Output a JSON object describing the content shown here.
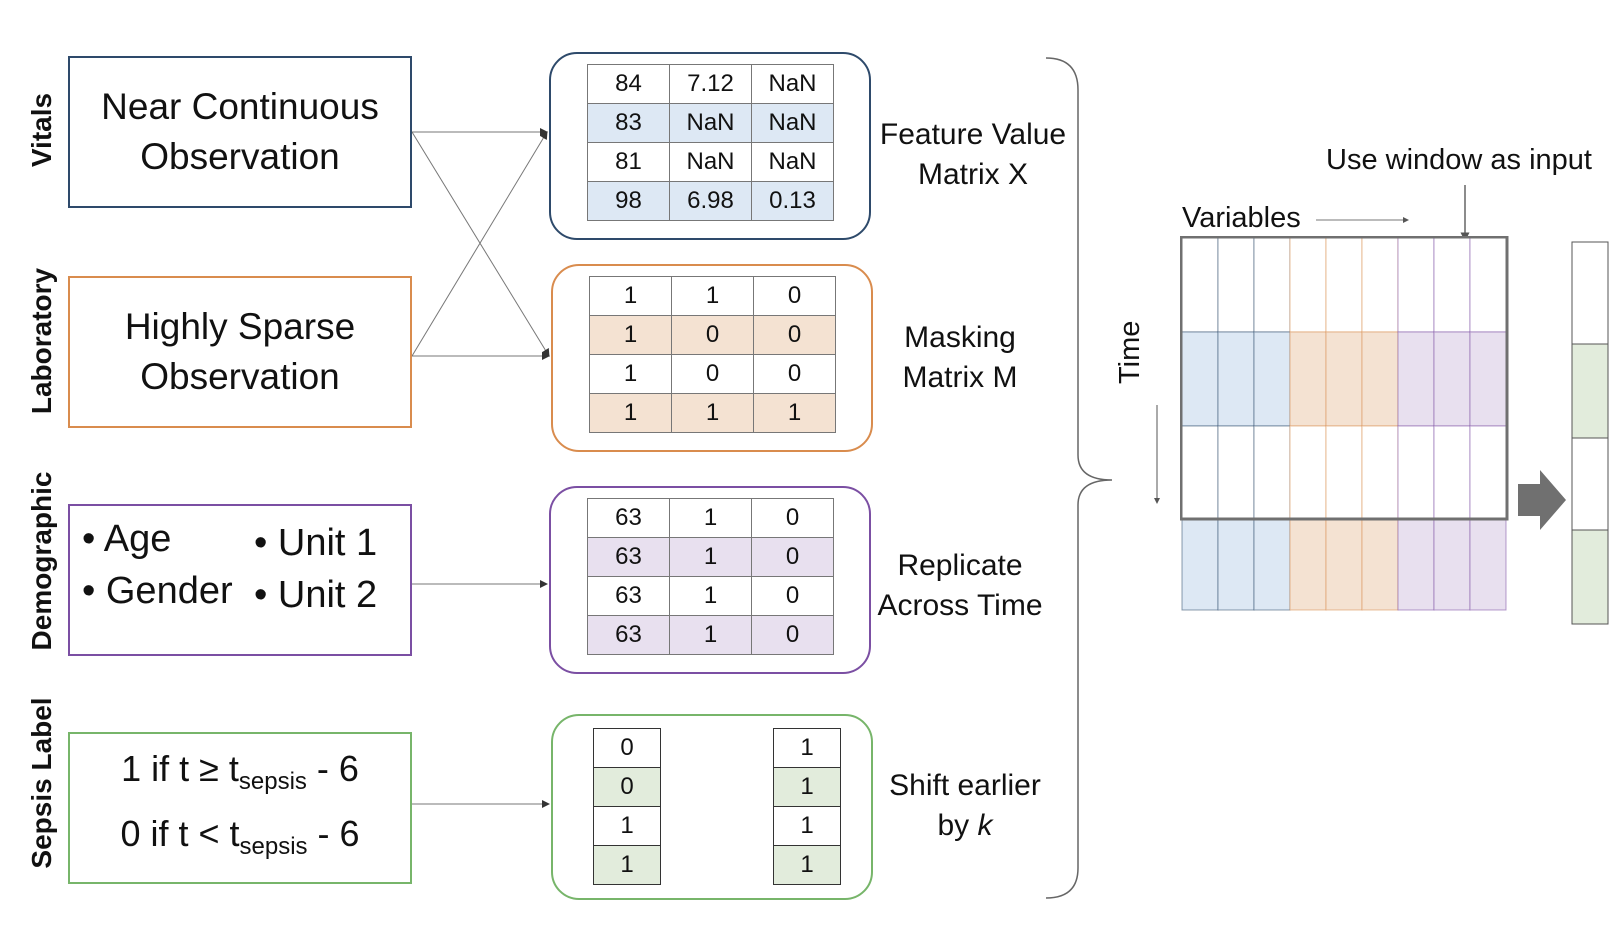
{
  "rows": {
    "vitals": "Vitals",
    "laboratory": "Laboratory",
    "demographic": "Demographic",
    "sepsis": "Sepsis Label"
  },
  "sources": {
    "vitals_line1": "Near Continuous",
    "vitals_line2": "Observation",
    "lab_line1": "Highly Sparse",
    "lab_line2": "Observation",
    "demo_items": [
      "Age",
      "Unit 1",
      "Gender",
      "Unit 2"
    ],
    "sepsis_line1_prefix": "1 if t ≥ t",
    "sepsis_line1_sub": "sepsis",
    "sepsis_line1_suffix": " - 6",
    "sepsis_line2_prefix": "0 if t <  t",
    "sepsis_line2_sub": "sepsis",
    "sepsis_line2_suffix": " - 6"
  },
  "matrices": {
    "feature": {
      "label_line1": "Feature Value",
      "label_line2": "Matrix X",
      "rows": [
        [
          "84",
          "7.12",
          "NaN"
        ],
        [
          "83",
          "NaN",
          "NaN"
        ],
        [
          "81",
          "NaN",
          "NaN"
        ],
        [
          "98",
          "6.98",
          "0.13"
        ]
      ]
    },
    "masking": {
      "label_line1": "Masking",
      "label_line2": "Matrix M",
      "rows": [
        [
          "1",
          "1",
          "0"
        ],
        [
          "1",
          "0",
          "0"
        ],
        [
          "1",
          "0",
          "0"
        ],
        [
          "1",
          "1",
          "1"
        ]
      ]
    },
    "replicate": {
      "label_line1": "Replicate",
      "label_line2": "Across Time",
      "rows": [
        [
          "63",
          "1",
          "0"
        ],
        [
          "63",
          "1",
          "0"
        ],
        [
          "63",
          "1",
          "0"
        ],
        [
          "63",
          "1",
          "0"
        ]
      ]
    },
    "shift": {
      "label_line1": "Shift earlier",
      "label_line2_prefix": "by ",
      "label_line2_k": "k",
      "left": [
        "0",
        "0",
        "1",
        "1"
      ],
      "right": [
        "1",
        "1",
        "1",
        "1"
      ]
    }
  },
  "right_panel": {
    "use_window": "Use window as input",
    "variables": "Variables",
    "time": "Time"
  },
  "colors": {
    "vitals": "#2e4a6b",
    "lab": "#d98c4e",
    "demo": "#7b4fa3",
    "sepsis": "#77b56a",
    "blue_fill": "#dde8f4",
    "orange_fill": "#f4e2d2",
    "purple_fill": "#e8e0ef",
    "green_fill": "#e2ecdc"
  }
}
